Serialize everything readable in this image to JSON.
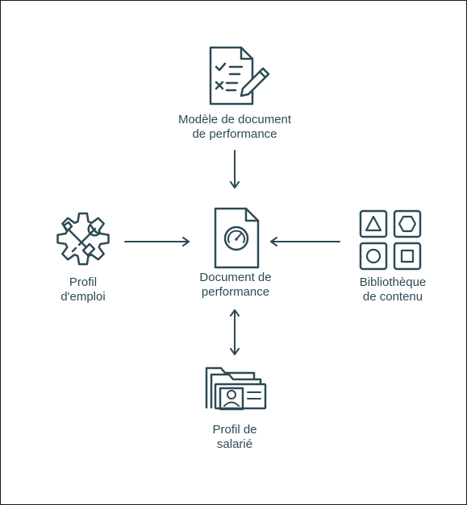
{
  "colors": {
    "ink": "#2d4a55",
    "background": "#ffffff",
    "border": "#1a1a1a"
  },
  "nodes": {
    "template": {
      "icon": "checklist-pencil-icon",
      "line1": "Modèle de document",
      "line2": "de performance"
    },
    "document": {
      "icon": "document-gauge-icon",
      "line1": "Document de",
      "line2": "performance"
    },
    "job_profile": {
      "icon": "gear-tools-icon",
      "line1": "Profil",
      "line2": "d'emploi"
    },
    "library": {
      "icon": "shapes-grid-icon",
      "line1": "Bibliothèque",
      "line2": "de contenu"
    },
    "employee_profile": {
      "icon": "folder-id-card-icon",
      "line1": "Profil de",
      "line2": "salarié"
    }
  },
  "edges": [
    {
      "from": "template",
      "to": "document",
      "direction": "one-way"
    },
    {
      "from": "job_profile",
      "to": "document",
      "direction": "one-way"
    },
    {
      "from": "library",
      "to": "document",
      "direction": "one-way"
    },
    {
      "from": "document",
      "to": "employee_profile",
      "direction": "two-way"
    }
  ]
}
